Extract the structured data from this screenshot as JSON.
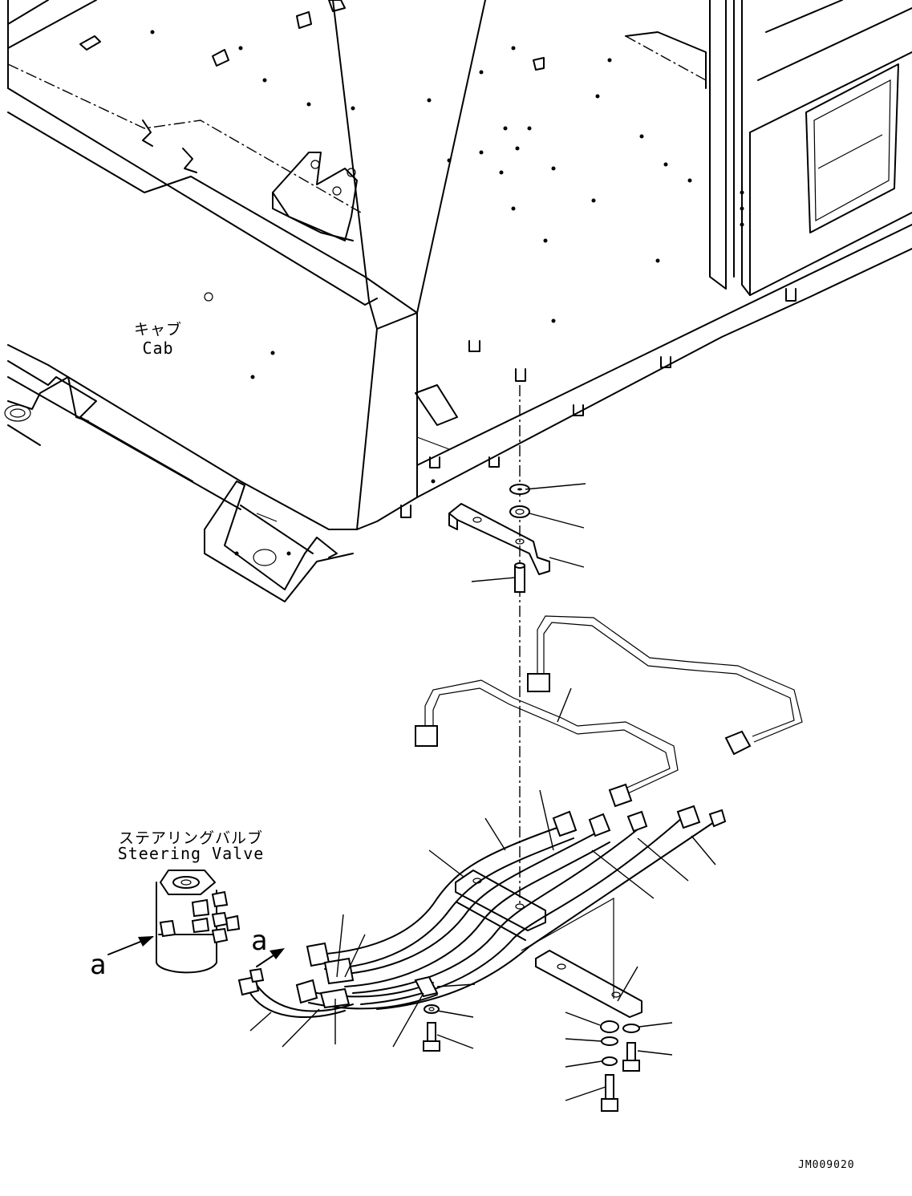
{
  "labels": {
    "cab_jp": "キャブ",
    "cab_en": "Cab",
    "steering_valve_jp": "ステアリングバルブ",
    "steering_valve_en": "Steering Valve",
    "view_arrow_1": "a",
    "view_arrow_2": "a",
    "drawing_code": "JM009020"
  }
}
